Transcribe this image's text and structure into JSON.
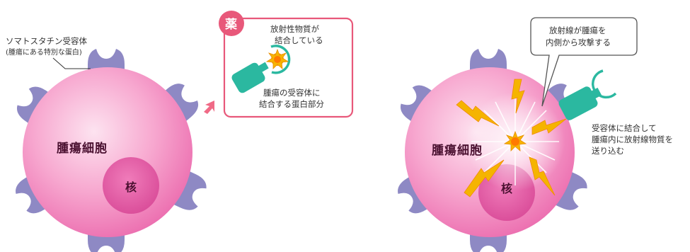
{
  "left_panel": {
    "receptor_label_line1": "ソマトスタチン受容体",
    "receptor_label_line2": "(腫瘍にある特別な蛋白)",
    "cell_label": "腫瘍細胞",
    "nucleus_label": "核",
    "drug_box": {
      "badge": "薬",
      "top_line1": "放射性物質が",
      "top_line2": "結合している",
      "bottom_line1": "腫瘍の受容体に",
      "bottom_line2": "結合する蛋白部分",
      "accent_color": "#e8587a"
    }
  },
  "right_panel": {
    "callout_line1": "放射線が腫瘍を",
    "callout_line2": "内側から攻撃する",
    "cell_label": "腫瘍細胞",
    "nucleus_label": "核",
    "side_line1": "受容体に結合して",
    "side_line2": "腫瘍内に放射線物質を",
    "side_line3": "送り込む"
  },
  "colors": {
    "cell": "#f07ab8",
    "receptor": "#8e89c4",
    "drug_body": "#2bb8a0",
    "radiation": "#f5a800"
  }
}
